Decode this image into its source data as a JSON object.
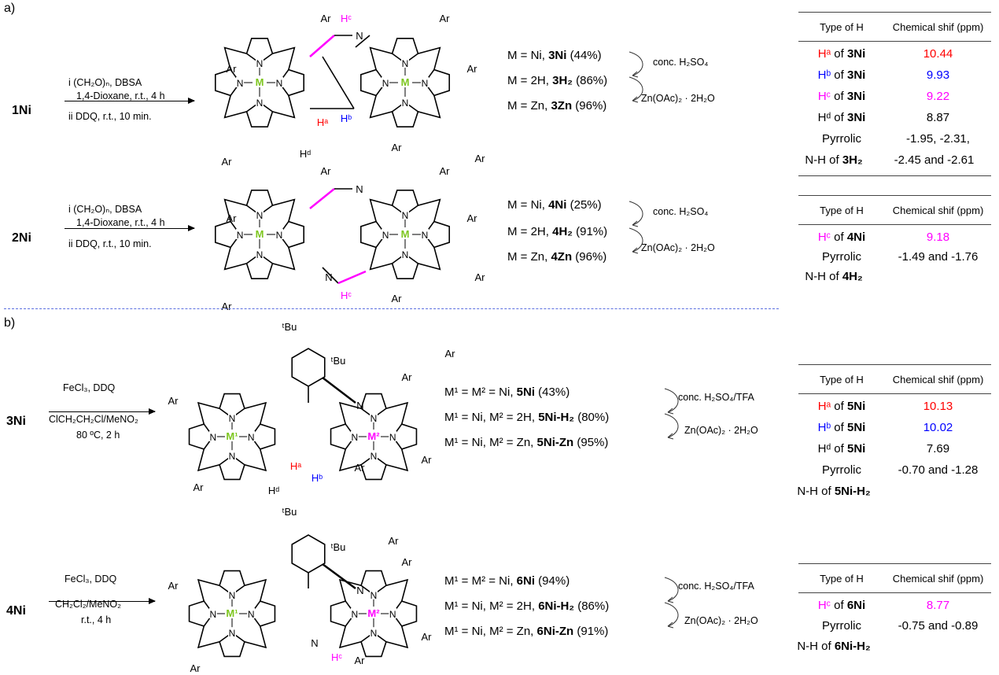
{
  "panels": {
    "a": "a)",
    "b": "b)"
  },
  "reactions": [
    {
      "start": "1Ni",
      "conditions": [
        "i (CH₂O)ₙ, DBSA",
        "1,4-Dioxane, r.t., 4 h",
        "ii  DDQ, r.t., 10 min."
      ],
      "products": [
        {
          "prefix": "M = Ni, ",
          "bold": "3Ni",
          "suffix": " (44%)"
        },
        {
          "prefix": "M = 2H, ",
          "bold": "3H₂",
          "suffix": " (86%)"
        },
        {
          "prefix": "M = Zn, ",
          "bold": "3Zn",
          "suffix": " (96%)"
        }
      ],
      "arrow_labels": [
        "conc. H₂SO₄",
        "Zn(OAc)₂ · 2H₂O"
      ]
    },
    {
      "start": "2Ni",
      "conditions": [
        "i (CH₂O)ₙ, DBSA",
        "1,4-Dioxane, r.t., 4 h",
        "ii  DDQ, r.t., 10 min."
      ],
      "products": [
        {
          "prefix": "M = Ni, ",
          "bold": "4Ni",
          "suffix": " (25%)"
        },
        {
          "prefix": "M = 2H, ",
          "bold": "4H₂",
          "suffix": " (91%)"
        },
        {
          "prefix": "M = Zn, ",
          "bold": "4Zn",
          "suffix": " (96%)"
        }
      ],
      "arrow_labels": [
        "conc. H₂SO₄",
        "Zn(OAc)₂ · 2H₂O"
      ]
    },
    {
      "start": "3Ni",
      "conditions": [
        "FeCl₃, DDQ",
        "ClCH₂CH₂Cl/MeNO₂",
        "80 ºC, 2 h"
      ],
      "products": [
        {
          "prefix": "M¹ = M² = Ni, ",
          "bold": "5Ni",
          "suffix": " (43%)"
        },
        {
          "prefix": "M¹ = Ni, M² = 2H, ",
          "bold": "5Ni-H₂",
          "suffix": " (80%)"
        },
        {
          "prefix": "M¹ = Ni, M² = Zn, ",
          "bold": "5Ni-Zn",
          "suffix": " (95%)"
        }
      ],
      "arrow_labels": [
        "conc. H₂SO₄/TFA",
        "Zn(OAc)₂ · 2H₂O"
      ]
    },
    {
      "start": "4Ni",
      "conditions": [
        "FeCl₃, DDQ",
        "CH₂Cl₂/MeNO₂",
        "r.t., 4 h"
      ],
      "products": [
        {
          "prefix": "M¹ = M² = Ni, ",
          "bold": "6Ni",
          "suffix": " (94%)"
        },
        {
          "prefix": "M¹ = Ni, M² = 2H, ",
          "bold": "6Ni-H₂",
          "suffix": " (86%)"
        },
        {
          "prefix": "M¹ = Ni, M² = Zn, ",
          "bold": "6Ni-Zn",
          "suffix": " (91%)"
        }
      ],
      "arrow_labels": [
        "conc. H₂SO₄/TFA",
        "Zn(OAc)₂ · 2H₂O"
      ]
    }
  ],
  "tables": [
    {
      "header": [
        "Type of H",
        "Chemical shif (ppm)"
      ],
      "rows": [
        {
          "h": "Hᵃ",
          "of": " of ",
          "cpd": "3Ni",
          "value": "10.44",
          "color": "#ff0000"
        },
        {
          "h": "Hᵇ",
          "of": " of ",
          "cpd": "3Ni",
          "value": "9.93",
          "color": "#0000ff"
        },
        {
          "h": "Hᶜ",
          "of": " of ",
          "cpd": "3Ni",
          "value": "9.22",
          "color": "#ff00ff"
        },
        {
          "h": "Hᵈ",
          "of": " of ",
          "cpd": "3Ni",
          "value": "8.87",
          "color": "#000000"
        }
      ],
      "nh": {
        "label": "Pyrrolic",
        "of": "N-H of ",
        "cpd": "3H₂",
        "value": "-1.95, -2.31,",
        "value2": "-2.45 and -2.61"
      }
    },
    {
      "header": [
        "Type of H",
        "Chemical shif (ppm)"
      ],
      "rows": [
        {
          "h": "Hᶜ",
          "of": " of ",
          "cpd": "4Ni",
          "value": "9.18",
          "color": "#ff00ff"
        }
      ],
      "nh": {
        "label": "Pyrrolic",
        "of": "N-H of ",
        "cpd": "4H₂",
        "value": "-1.49 and -1.76"
      }
    },
    {
      "header": [
        "Type of H",
        "Chemical shif (ppm)"
      ],
      "rows": [
        {
          "h": "Hᵃ",
          "of": " of ",
          "cpd": "5Ni",
          "value": "10.13",
          "color": "#ff0000"
        },
        {
          "h": "Hᵇ",
          "of": " of ",
          "cpd": "5Ni",
          "value": "10.02",
          "color": "#0000ff"
        },
        {
          "h": "Hᵈ",
          "of": " of ",
          "cpd": "5Ni",
          "value": "7.69",
          "color": "#000000"
        }
      ],
      "nh": {
        "label": "Pyrrolic",
        "of": "N-H of ",
        "cpd": "5Ni-H₂",
        "value": "-0.70 and -1.28"
      }
    },
    {
      "header": [
        "Type of H",
        "Chemical shif (ppm)"
      ],
      "rows": [
        {
          "h": "Hᶜ",
          "of": " of ",
          "cpd": "6Ni",
          "value": "8.77",
          "color": "#ff00ff"
        }
      ],
      "nh": {
        "label": "Pyrrolic",
        "of": "N-H of ",
        "cpd": "6Ni-H₂",
        "value": "-0.75 and -0.89"
      }
    }
  ],
  "molecule_labels": {
    "N": "N",
    "Ar": "Ar",
    "M": "M",
    "M1": "M¹",
    "M2": "M²",
    "tBu": "ᵗBu",
    "Ha": "Hᵃ",
    "Hb": "Hᵇ",
    "Hc": "Hᶜ",
    "Hd": "Hᵈ"
  },
  "colors": {
    "metal": "#7dc61e",
    "Ha": "#ff0000",
    "Hb": "#0000ff",
    "Hc": "#ff00ff",
    "M2": "#ff00ff",
    "dash": "#5a6ee0"
  }
}
